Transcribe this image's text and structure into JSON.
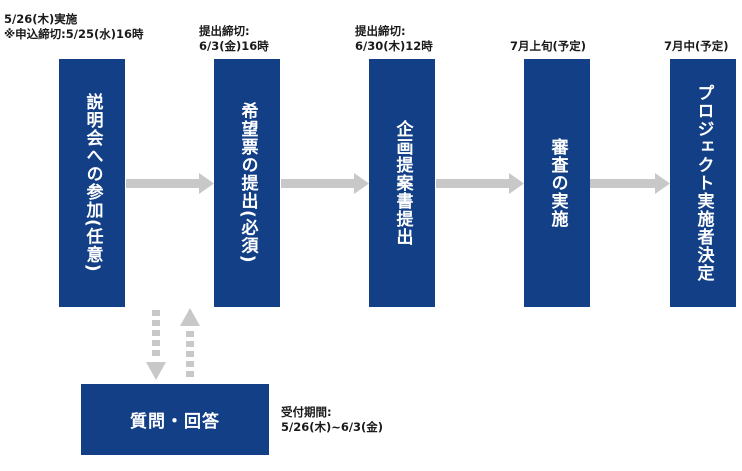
{
  "steps": [
    {
      "note": [
        "5/26(木)実施",
        "※申込締切:5/25(水)16時"
      ],
      "label": "説明会への参加(任意)"
    },
    {
      "note": [
        "提出締切:",
        "6/3(金)16時"
      ],
      "label": "希望票の提出(必須)"
    },
    {
      "note": [
        "提出締切:",
        "6/30(木)12時"
      ],
      "label": "企画提案書提出"
    },
    {
      "note": [
        "7月上旬(予定)"
      ],
      "label": "審査の実施"
    },
    {
      "note": [
        "7月中(予定)"
      ],
      "label": "プロジェクト実施者決定"
    }
  ],
  "qa": {
    "label": "質問・回答",
    "period_label": "受付期間:",
    "period_value": "5/26(木)~6/3(金)"
  },
  "colors": {
    "box": "#123f86",
    "arrow": "#c8c8c8"
  }
}
